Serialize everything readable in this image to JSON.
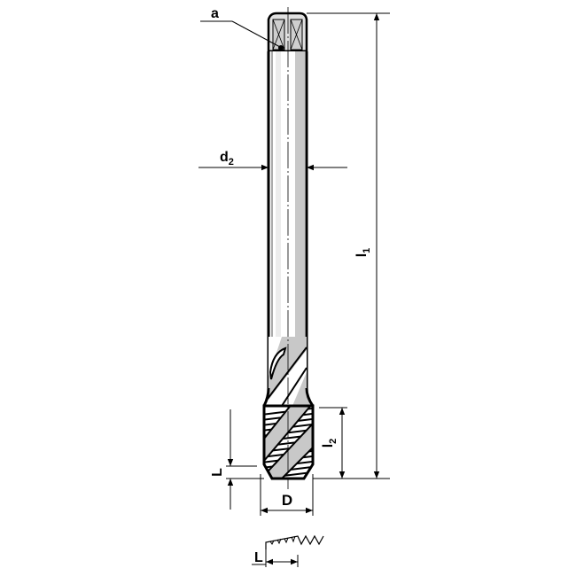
{
  "diagram": {
    "type": "technical-drawing",
    "subject": "spiral-flute machine tap with square drive",
    "colors": {
      "outline": "#000000",
      "shank_fill": "#ffffff",
      "shade_fill": "#c8c8c8",
      "light_fill": "#e6e6e6",
      "dimension_line": "#000000",
      "background": "#ffffff"
    },
    "labels": {
      "a": {
        "text": "a",
        "meaning": "square drive size"
      },
      "d2": {
        "base": "d",
        "sub": "2",
        "meaning": "shank diameter"
      },
      "l1": {
        "base": "l",
        "sub": "1",
        "meaning": "overall length",
        "rotated": true
      },
      "l2": {
        "base": "l",
        "sub": "2",
        "meaning": "thread length",
        "rotated": true
      },
      "L": {
        "text": "L",
        "meaning": "chamfer length",
        "rotated": true
      },
      "D": {
        "text": "D",
        "meaning": "nominal thread diameter"
      },
      "L_detail": {
        "text": "L",
        "meaning": "chamfer length (detail view)"
      }
    }
  }
}
